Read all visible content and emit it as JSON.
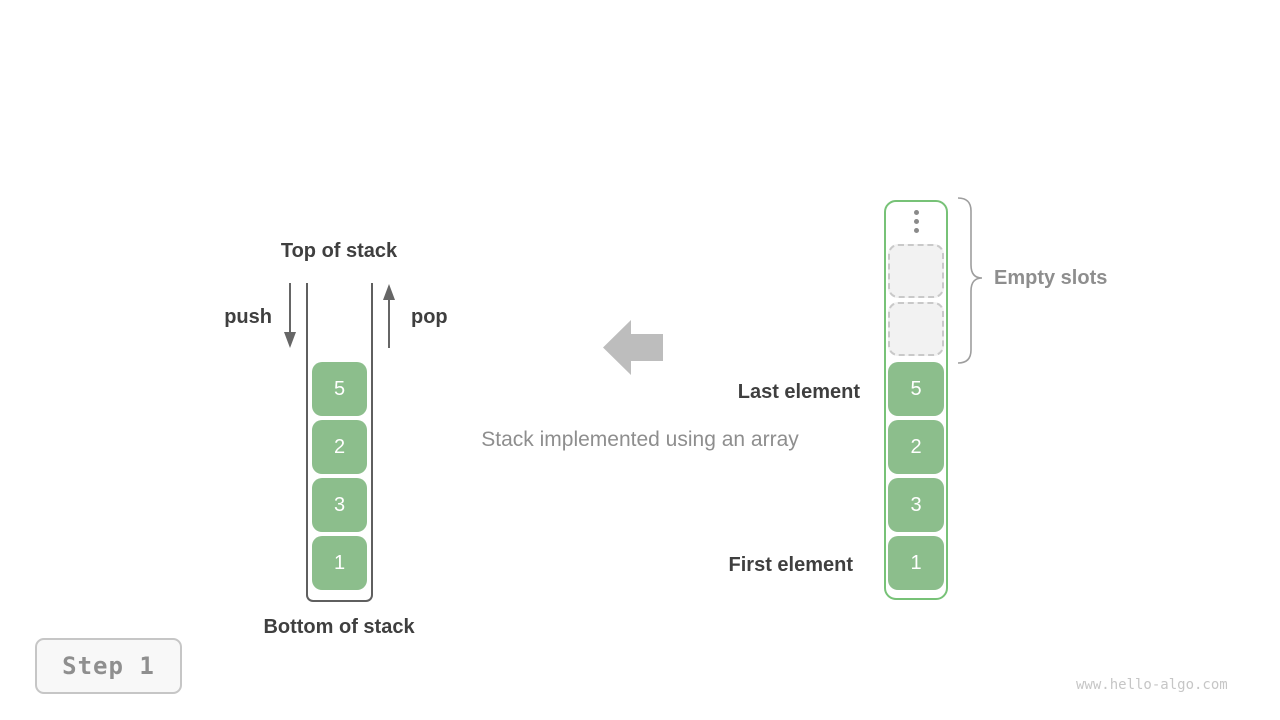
{
  "colors": {
    "cell_green": "#8cbe8c",
    "array_border_green": "#77c277",
    "stack_wall_gray": "#5f5f5f",
    "arrow_gray": "#bdbdbd",
    "label_dark": "#3f3f3f",
    "label_gray": "#8e8e8e",
    "watermark_gray": "#c6c6c6"
  },
  "left_stack": {
    "top_label": "Top of stack",
    "bottom_label": "Bottom of stack",
    "push_label": "push",
    "pop_label": "pop",
    "cells": [
      "5",
      "2",
      "3",
      "1"
    ]
  },
  "middle": {
    "caption": "Stack implemented using an array",
    "arrow_icon": "left-block-arrow"
  },
  "right_array": {
    "ellipsis_icon": "vertical-ellipsis",
    "empty_slots_count": 2,
    "empty_slots_label": "Empty slots",
    "last_element_label": "Last element",
    "first_element_label": "First element",
    "cells": [
      "5",
      "2",
      "3",
      "1"
    ]
  },
  "footer": {
    "step_label": "Step 1",
    "watermark": "www.hello-algo.com"
  }
}
